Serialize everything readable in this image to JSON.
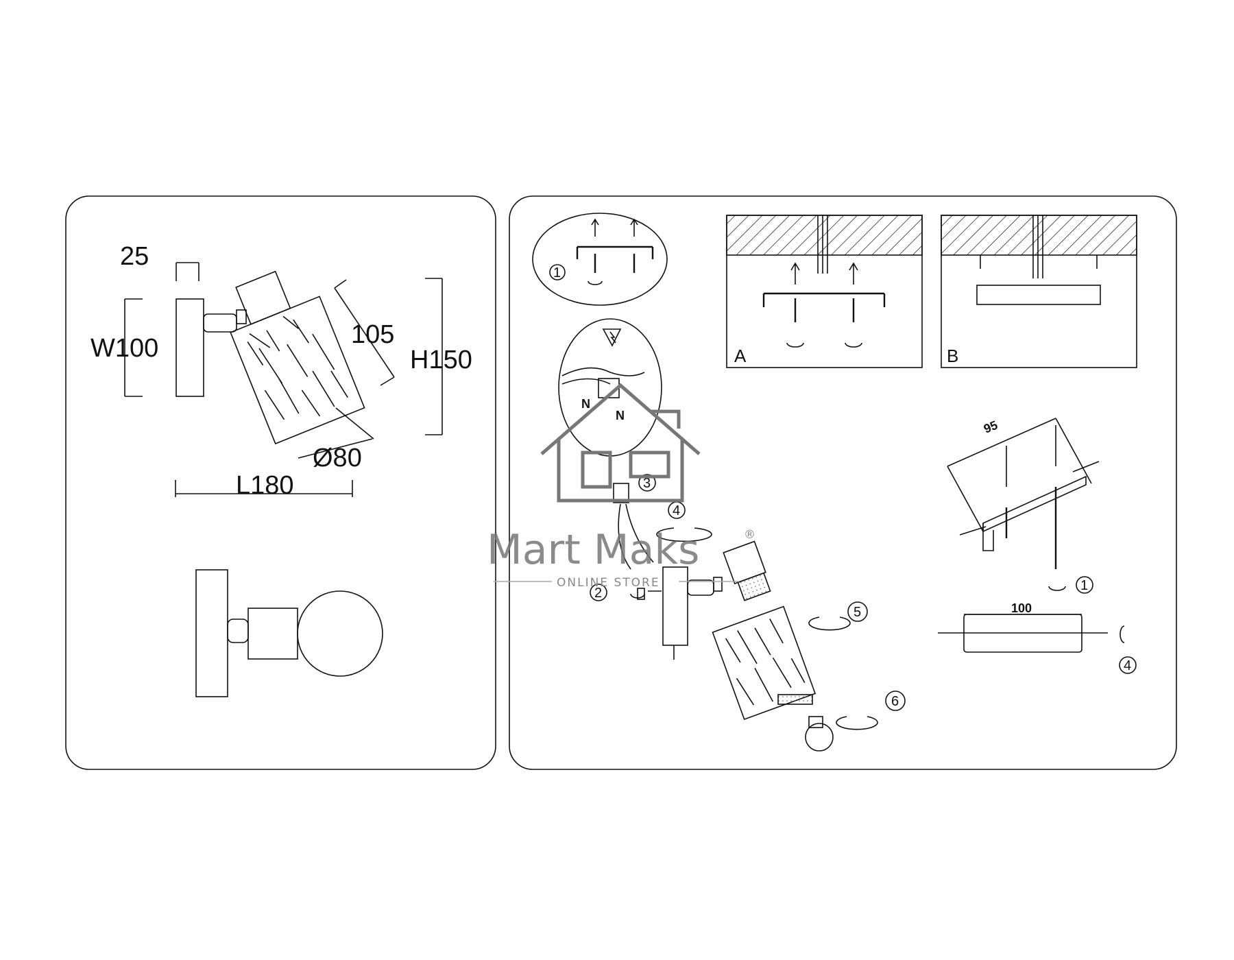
{
  "dimensions": {
    "width_25": "25",
    "width_w100": "W100",
    "length_105": "105",
    "height_h150": "H150",
    "diameter_80": "Ø80",
    "length_l180": "L180"
  },
  "steps": {
    "s1": "1",
    "s2": "2",
    "s3": "3",
    "s4": "4",
    "s5": "5",
    "s6": "6",
    "bracket_step1": "1",
    "bracket_step4": "4"
  },
  "panels": {
    "label_a": "A",
    "label_b": "B"
  },
  "bracket": {
    "dim_95": "95",
    "dim_100": "100"
  },
  "watermark": {
    "brand": "Mart Maks",
    "tagline": "ONLINE STORE",
    "registered": "®"
  },
  "colors": {
    "line": "#111111",
    "watermark": "#777777"
  }
}
